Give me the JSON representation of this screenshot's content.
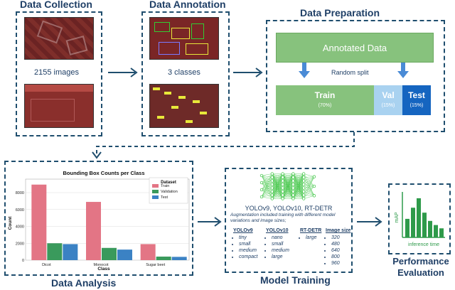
{
  "collection": {
    "title": "Data Collection",
    "count": "2155 images"
  },
  "annotation": {
    "title": "Data Annotation",
    "classes": "3 classes"
  },
  "preparation": {
    "title": "Data Preparation",
    "annotated": "Annotated Data",
    "split": "Random split",
    "train": "Train",
    "train_pct": "(70%)",
    "val": "Val",
    "val_pct": "(15%)",
    "test": "Test",
    "test_pct": "(15%)"
  },
  "analysis": {
    "title": "Data Analysis"
  },
  "training": {
    "title": "Model Training",
    "models": "YOLOv9, YOLOv10, RT-DETR",
    "aug_line1": "Augmentation included training with different model",
    "aug_line2": "variations and image sizes;",
    "columns": [
      {
        "header": "YOLOv9",
        "items": [
          "tiny",
          "small",
          "medium",
          "compact"
        ]
      },
      {
        "header": "YOLOv10",
        "items": [
          "nano",
          "small",
          "medium",
          "large"
        ]
      },
      {
        "header": "RT-DETR",
        "items": [
          "large"
        ]
      },
      {
        "header": "Image size",
        "items": [
          "320",
          "480",
          "640",
          "800",
          "960"
        ]
      }
    ]
  },
  "evaluation": {
    "title_line1": "Performance",
    "title_line2": "Evaluation",
    "ylabel": "mAP",
    "xlabel": "inference time"
  },
  "chart_data": {
    "type": "bar",
    "title": "Bounding Box Counts per Class",
    "xlabel": "Class",
    "ylabel": "Count",
    "legend_title": "Dataset",
    "legend_position": "top-right",
    "categories": [
      "Dicot",
      "Monocot",
      "Sugar beet"
    ],
    "yticks": [
      "0",
      "2000",
      "4000",
      "6000",
      "8000"
    ],
    "ylim": [
      0,
      9600
    ],
    "grid": true,
    "series": [
      {
        "name": "Train",
        "values": [
          8950,
          6900,
          1900
        ],
        "color": "#e37585"
      },
      {
        "name": "Validation",
        "values": [
          2000,
          1450,
          420
        ],
        "color": "#3a9a5c"
      },
      {
        "name": "Test",
        "values": [
          1900,
          1250,
          390
        ],
        "color": "#3b82c4"
      }
    ]
  },
  "eval_bars": [
    0.45,
    0.72,
    0.95,
    0.6,
    0.4,
    0.3,
    0.22
  ]
}
